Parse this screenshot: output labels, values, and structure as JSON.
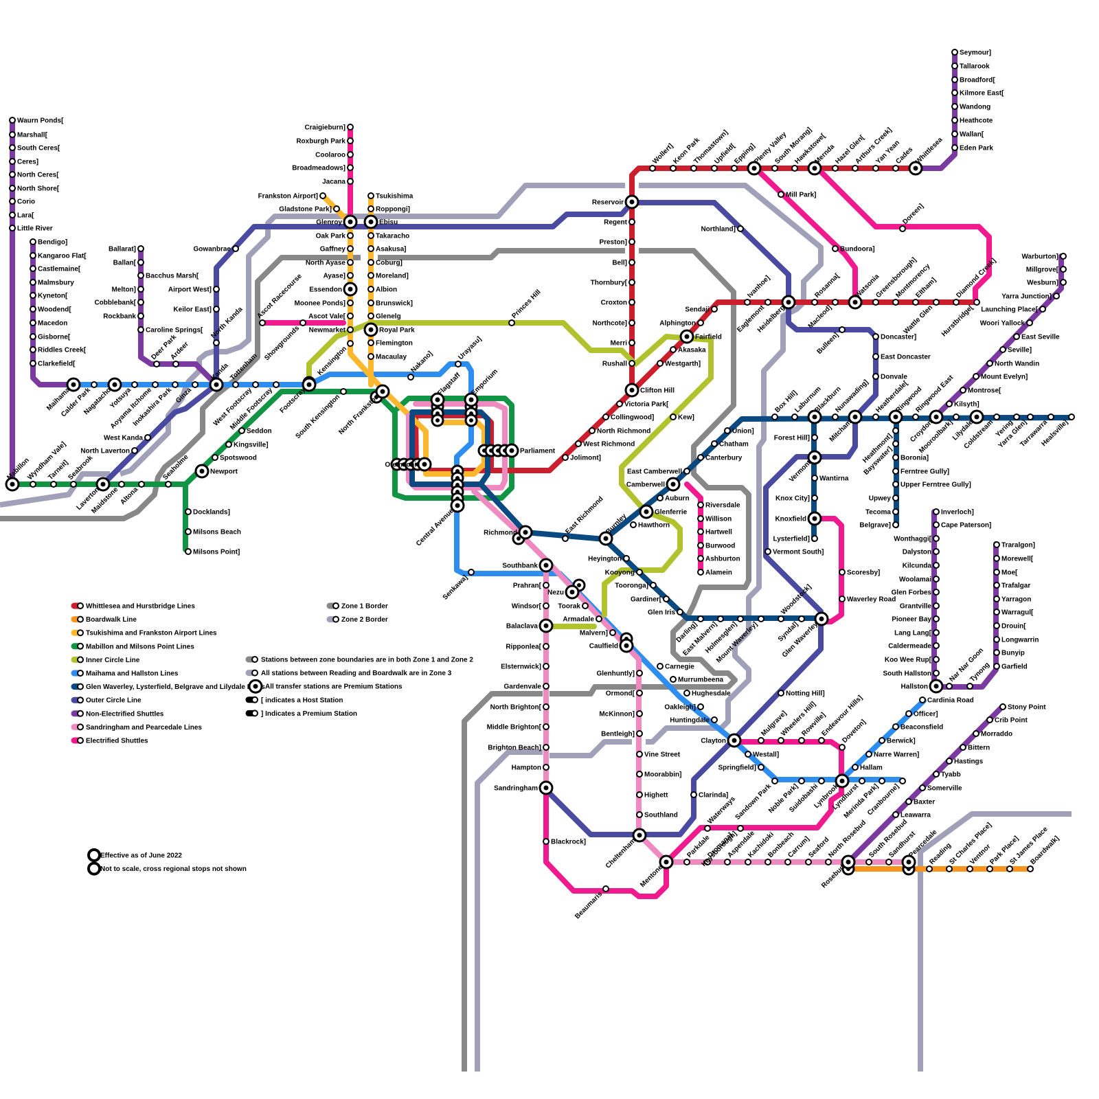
{
  "colors": {
    "red": "#cc1f2e",
    "orange": "#f7941d",
    "yellow": "#fbb82e",
    "green": "#119444",
    "lime": "#b1c22e",
    "blue": "#2e8ef0",
    "navy": "#0a4a80",
    "indigo": "#4a4aa0",
    "purple": "#7b3aa0",
    "pink": "#ee8ac0",
    "magenta": "#f01a8e",
    "zone1": "#888888",
    "zone2": "#a0a0b8"
  },
  "legend": {
    "lines": [
      {
        "color": "red",
        "label": "Whittlesea and Hurstbridge Lines"
      },
      {
        "color": "orange",
        "label": "Boardwalk Line"
      },
      {
        "color": "yellow",
        "label": "Tsukishima and Frankston Airport Lines"
      },
      {
        "color": "green",
        "label": "Mabillon and Milsons Point Lines"
      },
      {
        "color": "lime",
        "label": "Inner Circle Line"
      },
      {
        "color": "blue",
        "label": "Maihama and Hallston Lines"
      },
      {
        "color": "navy",
        "label": "Glen Waverley, Lysterfield, Belgrave and Lilydale Lines"
      },
      {
        "color": "indigo",
        "label": "Outer Circle Line"
      },
      {
        "color": "purple",
        "label": "Non-Electrified Shuttles"
      },
      {
        "color": "pink",
        "label": "Sandringham and Pearcedale Lines"
      },
      {
        "color": "magenta",
        "label": "Electrified Shuttles"
      }
    ],
    "zones": [
      {
        "color": "zone1",
        "label": "Zone 1 Border"
      },
      {
        "color": "zone2",
        "label": "Zone 2 Border"
      }
    ],
    "notes": [
      {
        "symbol": "zone1",
        "label": "Stations between zone boundaries are in both Zone 1 and Zone 2"
      },
      {
        "symbol": "zone2",
        "label": "All stations between Reading and Boardwalk are in Zone 3"
      },
      {
        "symbol": "premium",
        "label": "All transfer stations are Premium Stations"
      },
      {
        "symbol": "host",
        "label": "[ indicates a Host Station"
      },
      {
        "symbol": "premium-mark",
        "label": "] Indicates a Premium Station"
      }
    ],
    "footnotes": [
      "Effective as of June 2022",
      "Not to scale, cross regional stops not shown"
    ]
  },
  "stations": [
    "Waurn Ponds[",
    "Marshall[",
    "South Ceres[",
    "Ceres]",
    "North Ceres[",
    "North Shore[",
    "Corio",
    "Lara[",
    "Little River",
    "Bendigo]",
    "Kangaroo Flat[",
    "Castlemaine[",
    "Malmsbury",
    "Kyneton[",
    "Woodend[",
    "Macedon",
    "Gisborne[",
    "Riddles Creek[",
    "Clarkefield[",
    "Ballarat]",
    "Ballan[",
    "Bacchus Marsh[",
    "Melton]",
    "Cobblebank[",
    "Rockbank",
    "Caroline Springs[",
    "Deer Park",
    "Ardeer",
    "Gowanbrae",
    "Airport West]",
    "Keilor East]",
    "North Kanda",
    "Kanda",
    "Ginza",
    "Inokashira Park",
    "Aoyama Itchome",
    "Yotsuya",
    "Nagatacho",
    "Calder Park",
    "Maihama",
    "Tottenham",
    "West Footscray",
    "Middle Footscray",
    "Footscray",
    "South Kensington",
    "Kensington",
    "Showgrounds",
    "Ascot Racecourse",
    "West Kanda",
    "North Laverton",
    "Laverton",
    "Seabrook",
    "Tarneit]",
    "Wyndham Vale]",
    "Mabillon",
    "Maidstone",
    "Altona",
    "Seaholme",
    "Newport",
    "Spotswood",
    "Kingsville]",
    "Seddon",
    "Docklands]",
    "Milsons Beach",
    "Milsons Point]",
    "Craigieburn]",
    "Roxburgh Park",
    "Coolaroo",
    "Broadmeadows]",
    "Jacana",
    "Frankston Airport]",
    "Gladstone Park]",
    "Glenroy",
    "Oak Park",
    "Gaffney",
    "North Ayase",
    "Ayase]",
    "Essendon",
    "Moonee Ponds]",
    "Ascot Vale[",
    "Newmarket",
    "Tsukishima",
    "Roppongi]",
    "Ebisu",
    "Takaracho",
    "Asakusa]",
    "Coburg]",
    "Moreland]",
    "Albion",
    "Brunswick]",
    "Glenelg",
    "Royal Park",
    "Flemington",
    "Macaulay",
    "North Frankston",
    "Princes Hill",
    "Nakano]",
    "Urayasu]",
    "Flagstaff",
    "Emporium",
    "Parliament",
    "Otemachi",
    "Central Avenue",
    "Senkawa]",
    "Richmond",
    "Southbank",
    "East Richmond",
    "Burnley",
    "Reservoir",
    "Regent",
    "Preston]",
    "Bell]",
    "Thornbury[",
    "Croxton",
    "Northcote]",
    "Merri",
    "Rushall",
    "Clifton Hill",
    "Victoria Park[",
    "Collingwood]",
    "North Richmond",
    "West Richmond",
    "Jolimont]",
    "Wollert]",
    "Keon Park",
    "Thomastown]",
    "Upfield[",
    "Epping]",
    "Plenty Valley",
    "South Morang]",
    "Hawkstowe[",
    "Mernda",
    "Hazel Glen[",
    "Arthurs Creek]",
    "Yan Yean",
    "Cades",
    "Whittlesea",
    "Seymour]",
    "Tallarook",
    "Broadford[",
    "Kilmore East[",
    "Wandong",
    "Heathcote",
    "Wallan[",
    "Eden Park",
    "Mill Park]",
    "Bundoora]",
    "Doreen]",
    "Northland]",
    "Sendaji",
    "Ivanhoe]",
    "Eaglemont",
    "Heidelberg",
    "Rosanna[",
    "Macleod]",
    "Watsonia",
    "Greensborough]",
    "Montmorency",
    "Eltham]",
    "Diamond Creek]",
    "Wattle Glen",
    "Hurstbridge[",
    "Alphington",
    "Fairfield",
    "Akasaka",
    "Westgarth]",
    "Kew]",
    "Bulleen]",
    "Doncaster]",
    "East Doncaster",
    "Donvale",
    "Union]",
    "Chatham",
    "Canterbury",
    "East Camberwell",
    "Camberwell",
    "Auburn",
    "Glenferrie",
    "Hawthorn",
    "Riversdale",
    "Willison",
    "Hartwell",
    "Burwood",
    "Ashburton",
    "Alamein",
    "Box Hill]",
    "Laburnum",
    "Blackburn",
    "Nunawading]",
    "Mitcham",
    "Heatherdale[",
    "Ringwood",
    "Ringwood East",
    "Croydon",
    "Mooroolbark]",
    "Lilydale",
    "Coldstream",
    "Yering",
    "Yarra Glen]",
    "Tarrawarra",
    "Healsville]",
    "Warburton]",
    "Millgrove[",
    "Wesburn]",
    "Yarra Junction]",
    "Launching Place[",
    "Woori Yallock",
    "East Seville",
    "Seville]",
    "North Wandin",
    "Mount Evelyn]",
    "Montrose[",
    "Kilsyth]",
    "Forest Hill]",
    "Vermont",
    "Wantirna",
    "Knox City]",
    "Knoxfield",
    "Lysterfield]",
    "Vermont South]",
    "Scoresby]",
    "Waverley Road",
    "Heathmont]",
    "Bayswater]",
    "Boronia]",
    "Ferntree Gully]",
    "Upper Ferntree Gully]",
    "Upwey",
    "Tecoma",
    "Belgrave]",
    "Heyington",
    "Kooyong",
    "Tooronga]",
    "Gardiner[",
    "Glen Iris",
    "Darling]",
    "East Malvern]",
    "Holmesglen]",
    "Mount Waverley]",
    "Woodstock]",
    "Syndal]",
    "Glen Waverley",
    "Prahran[",
    "Windsor[",
    "Balaclava",
    "Ripponlea[",
    "Elsternwick]",
    "Gardenvale",
    "North Brighton[",
    "Middle Brighton[",
    "Brighton Beach]",
    "Hampton",
    "Sandringham",
    "Blackrock]",
    "Nezu",
    "Toorak",
    "Armadale",
    "Malvern]",
    "Caulfield",
    "Glenhuntly]",
    "Ormond[",
    "McKinnon]",
    "Bentleigh]",
    "Vine Street",
    "Moorabbin]",
    "Highett",
    "Southland",
    "Cheltenham",
    "Beaumaris",
    "Mentone",
    "Carnegie",
    "Murrumbeena",
    "Hughesdale",
    "Oakleigh]",
    "Huntingdale",
    "Clayton",
    "Westall]",
    "Springfield]",
    "Clarinda]",
    "Mulgrave]",
    "Wheelers Hill]",
    "Rowville]",
    "Endeavour Hills]",
    "Doveton]",
    "Notting Hill]",
    "Sandown Park",
    "Noble Park]",
    "Suidobashi",
    "Lynbrook",
    "Lyndhurst",
    "Merinda Park]",
    "Cranbourne]",
    "Keysborough]",
    "Waterways",
    "Parkdale",
    "Dromana]",
    "Aspendale",
    "Kachidoki",
    "Bonbeach",
    "Carrum]",
    "Seaford",
    "North Rosebud",
    "Rosebud",
    "South Rosebud",
    "Sandhurst",
    "Pearcedale",
    "Reading",
    "St Charles Place]",
    "Ventnor",
    "Park Place]",
    "St James Place",
    "Boardwalk]",
    "Inverloch]",
    "Cape Paterson]",
    "Wonthaggi[",
    "Dalyston",
    "Kilcunda",
    "Woolamai",
    "Glen Forbes",
    "Grantville",
    "Pioneer Bay",
    "Lang Lang[",
    "Caldermeade",
    "Koo Wee Rup[",
    "South Hallston",
    "Hallston",
    "Nar Nar Goon",
    "Tynong",
    "Traralgon]",
    "Morewell[",
    "Moe[",
    "Trafalgar",
    "Yarragon",
    "Warragul[",
    "Drouin[",
    "Longwarrin",
    "Bunyip",
    "Garfield",
    "Cardinia Road",
    "Officer]",
    "Beaconsfield",
    "Berwick]",
    "Narre Warren]",
    "Hallam",
    "Stony Point",
    "Crib Point",
    "Morraddo",
    "Bittern",
    "Hastings",
    "Tyabb",
    "Somerville",
    "Baxter",
    "Leawarra"
  ]
}
